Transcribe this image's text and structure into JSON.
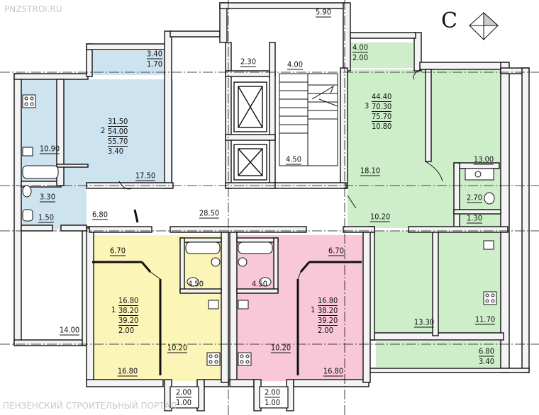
{
  "watermark_top": "PNZSTROI.RU",
  "watermark_bottom": "ПЕНЗЕНСКИЙ СТРОИТЕЛЬНЫЙ ПОРТАЛ",
  "compass_letter": "C",
  "apartments": {
    "a2": {
      "rooms": "2",
      "living": "31.50",
      "total": "54.00",
      "total_with_balcony": "55.70",
      "balcony": "3.40"
    },
    "a3": {
      "rooms": "3",
      "living": "44.40",
      "total": "70.30",
      "total_with_balcony": "75.70",
      "balcony": "10.80"
    },
    "a1_left": {
      "rooms": "1",
      "living": "16.80",
      "total": "38.20",
      "total_with_balcony": "39.20",
      "balcony": "2.00"
    },
    "a1_right": {
      "rooms": "1",
      "living": "16.80",
      "total": "38.20",
      "total_with_balcony": "39.20",
      "balcony": "2.00"
    }
  },
  "areas": {
    "balcony_top_left_a": "3.40",
    "balcony_top_left_b": "1.70",
    "balcony_top_center": "5.90",
    "balcony_top_right_a": "4.00",
    "balcony_top_right_b": "2.00",
    "kitchen_left": "10.90",
    "room_2_main": "17.50",
    "bath_left": "3.30",
    "wc_left": "1.50",
    "hall_left": "6.80",
    "room_left_lower": "14.00",
    "lift_hall": "2.30",
    "stair_top": "4.00",
    "stair_landing": "4.50",
    "corridor": "28.50",
    "room_3_left": "18.10",
    "room_3_right": "13.00",
    "bath_right": "2.70",
    "wc_right": "1.30",
    "hall_right": "10.20",
    "room_3_lower_left": "13.30",
    "room_3_lower_right": "11.70",
    "balcony_bottom_right_a": "6.80",
    "balcony_bottom_right_b": "3.40",
    "hall_1_left": "6.70",
    "bath_1_left": "4.50",
    "kitchen_1_left": "10.20",
    "room_1_left": "16.80",
    "balcony_1_left_a": "2.00",
    "balcony_1_left_b": "1.00",
    "hall_1_right": "6.70",
    "bath_1_right": "4.50",
    "kitchen_1_right": "10.20",
    "room_1_right": "16.80",
    "balcony_1_right_a": "2.00",
    "balcony_1_right_b": "1.00"
  },
  "colors": {
    "apt_2": "#cde3ef",
    "apt_3": "#cdeec9",
    "apt_1_left": "#fbf5b8",
    "apt_1_right": "#f9c8d8",
    "wall": "#f4f4f4",
    "stroke": "#111111"
  }
}
